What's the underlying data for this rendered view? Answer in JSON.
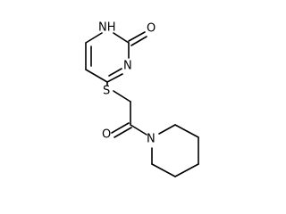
{
  "molecule": {
    "atoms": {
      "nh": "NH",
      "o_ring": "O",
      "n_ring": "N",
      "s": "S",
      "o_carbonyl": "O",
      "n_pip": "N"
    }
  }
}
